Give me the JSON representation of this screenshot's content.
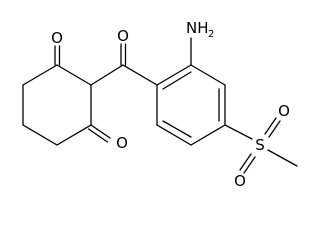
{
  "molecule": {
    "atom_labels": {
      "ketone_o_top": "O",
      "ketone_o_bottom": "O",
      "carbonyl_o": "O",
      "amine_n": "NH",
      "amine_sub": "2",
      "sulfonyl_s": "S",
      "sulfonyl_o_upper": "O",
      "sulfonyl_o_lower": "O"
    }
  }
}
